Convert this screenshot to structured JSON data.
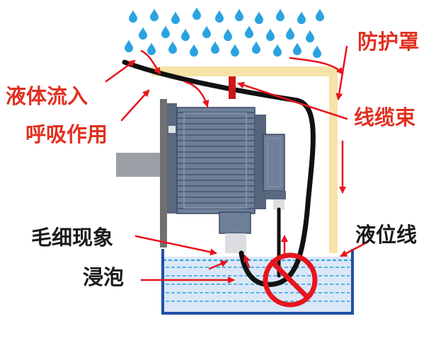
{
  "labels": {
    "cover": "防护罩",
    "liquid_inflow": "液体流入",
    "breathing": "呼吸作用",
    "cable_tie": "线缆束",
    "capillary": "毛细现象",
    "liquid_level": "液位线",
    "immersion": "浸泡"
  },
  "colors": {
    "label_text": "#e03020",
    "label_text_dark": "#1a1a1a",
    "arrow": "#e8141c",
    "water_drop": "#2aa3e0",
    "cover": "#f7e3a8",
    "motor_body": "#6e7f9a",
    "motor_dark": "#3d4a5e",
    "cable": "#111111",
    "tank_border": "#1f4fa8",
    "water": "#dbe7f7",
    "prohibit": "#e8141c"
  },
  "icons": {
    "drops": "water-drop-icon",
    "prohibit": "prohibit-icon"
  }
}
